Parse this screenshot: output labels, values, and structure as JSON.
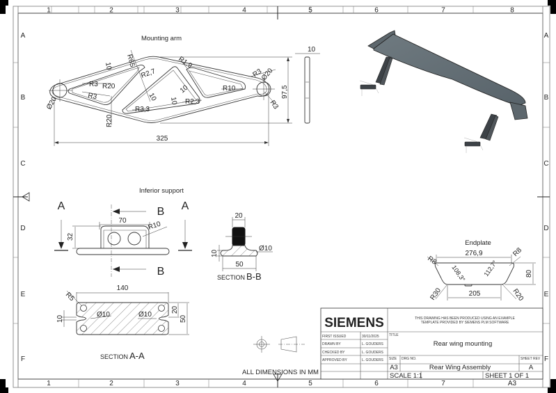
{
  "sheet": {
    "columns": [
      "1",
      "2",
      "3",
      "4",
      "5",
      "6",
      "7",
      "8"
    ],
    "bottom_columns": [
      "1",
      "2",
      "3",
      "4",
      "5",
      "6",
      "7",
      "A3"
    ],
    "rows": [
      "A",
      "B",
      "C",
      "D",
      "E",
      "F"
    ]
  },
  "views": {
    "mounting_arm": {
      "title": "Mounting arm",
      "dims": {
        "r65": "R65",
        "r19": "R1,9",
        "d10_top": "10",
        "r27": "R2,7",
        "r3a": "R3",
        "r20a": "R20",
        "r3b": "R3",
        "d20_left": "Ø20",
        "r20b": "R20",
        "d10_mid": "10",
        "r33": "R3,3",
        "d10_low": "10",
        "d10_diag": "10",
        "r23": "R2,3",
        "r10": "R10",
        "r3c": "R3",
        "d20_right": "Ø20",
        "r3d": "R3",
        "h975": "97,5",
        "w325": "325",
        "thk10": "10"
      }
    },
    "inferior_support": {
      "title": "Inferior support",
      "section_a_letter_left": "A",
      "section_a_letter_right": "A",
      "section_b_letter_top": "B",
      "section_b_letter_bottom": "B",
      "dims": {
        "w70": "70",
        "r10": "R10",
        "h32": "32"
      }
    },
    "section_bb": {
      "label_prefix": "SECTION",
      "label_letters": "B-B",
      "dims": {
        "w20": "20",
        "d10": "Ø10",
        "h10": "10",
        "w50": "50"
      }
    },
    "section_aa": {
      "label_prefix": "SECTION",
      "label_letters": "A-A",
      "dims": {
        "w140": "140",
        "r5": "R5",
        "d10a": "Ø10",
        "d10b": "Ø10",
        "h10": "10",
        "h20": "20",
        "h50": "50"
      }
    },
    "endplate": {
      "title": "Endplate",
      "dims": {
        "w2769": "276,9",
        "r8a": "R8",
        "r8b": "R8",
        "a1083": "108,3°",
        "a1127": "112,7°",
        "r30": "R30",
        "r20": "R20",
        "w205": "205",
        "h80": "80"
      }
    },
    "isometric": {
      "description": "Rear wing assembly isometric view"
    }
  },
  "notes": {
    "all_dimensions": "ALL DIMENSIONS IN MM"
  },
  "title_block": {
    "logo": "SIEMENS",
    "disclaimer_line1": "THIS DRAWING HAS BEEN PRODUCED USING AN EXAMPLE",
    "disclaimer_line2": "TEMPLATE PROVIDED BY SIEMENS PLM SOFTWARE",
    "first_issued_label": "FIRST ISSUED",
    "first_issued_value": "30/11/2025",
    "drawn_by_label": "DRAWN BY",
    "drawn_by_value": "L. GOUDERS",
    "checked_by_label": "CHECKED BY",
    "checked_by_value": "L. GOUDERS",
    "approved_by_label": "APPROVED BY",
    "approved_by_value": "L. GOUDERS",
    "title_label": "TITLE",
    "title_value": "Rear wing mounting",
    "size_label": "SIZE",
    "size_value": "A3",
    "drg_no_label": "DRG NO.",
    "drg_no_value": "Rear Wing Assembly",
    "sheet_rev_label": "SHEET REV",
    "sheet_rev_value": "A",
    "scale": "SCALE 1:1",
    "sheet": "SHEET 1 OF 1"
  }
}
